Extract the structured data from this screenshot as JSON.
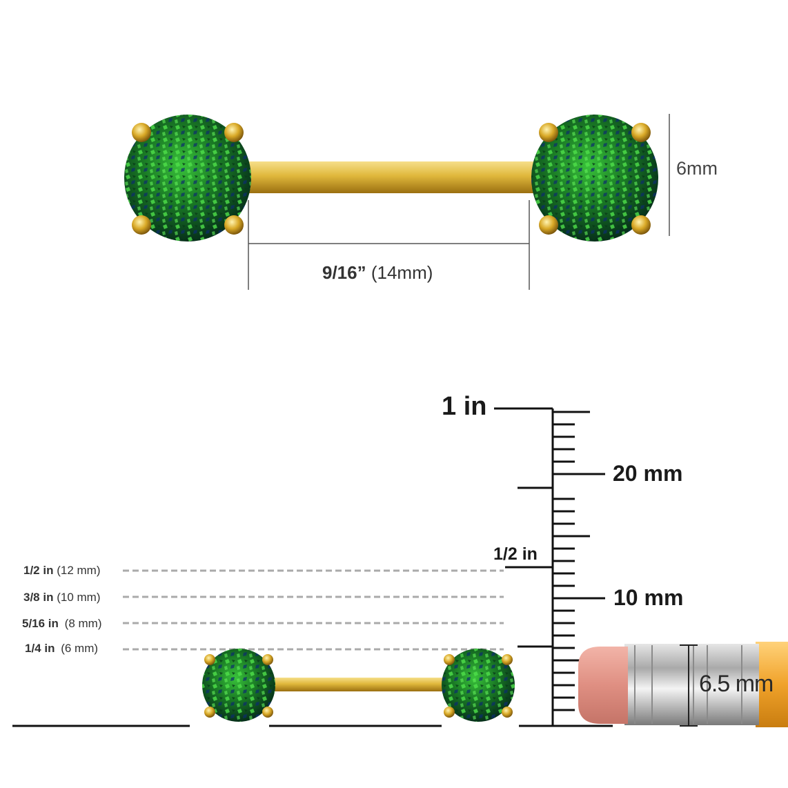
{
  "top_product": {
    "height_label": "6mm",
    "length_label_bold": "9/16”",
    "length_label_rest": " (14mm)"
  },
  "ruler": {
    "inch_label": "1 in",
    "mm20_label": "20 mm",
    "half_in_label": "1/2 in",
    "mm10_label": "10 mm"
  },
  "size_guides": [
    {
      "inch": "1/2 in",
      "mm": "(12 mm)"
    },
    {
      "inch": "3/8 in",
      "mm": "(10 mm)"
    },
    {
      "inch": "5/16 in",
      "mm": "(8 mm)"
    },
    {
      "inch": "1/4 in",
      "mm": "(6 mm)"
    }
  ],
  "pencil": {
    "diameter_label": "6.5 mm"
  },
  "colors": {
    "gold": "#d4a82a",
    "opal_green": "#1f8a2a",
    "opal_dark": "#0a3a1a",
    "pencil_yellow": "#f0a22a",
    "eraser_pink": "#e39a8e"
  }
}
